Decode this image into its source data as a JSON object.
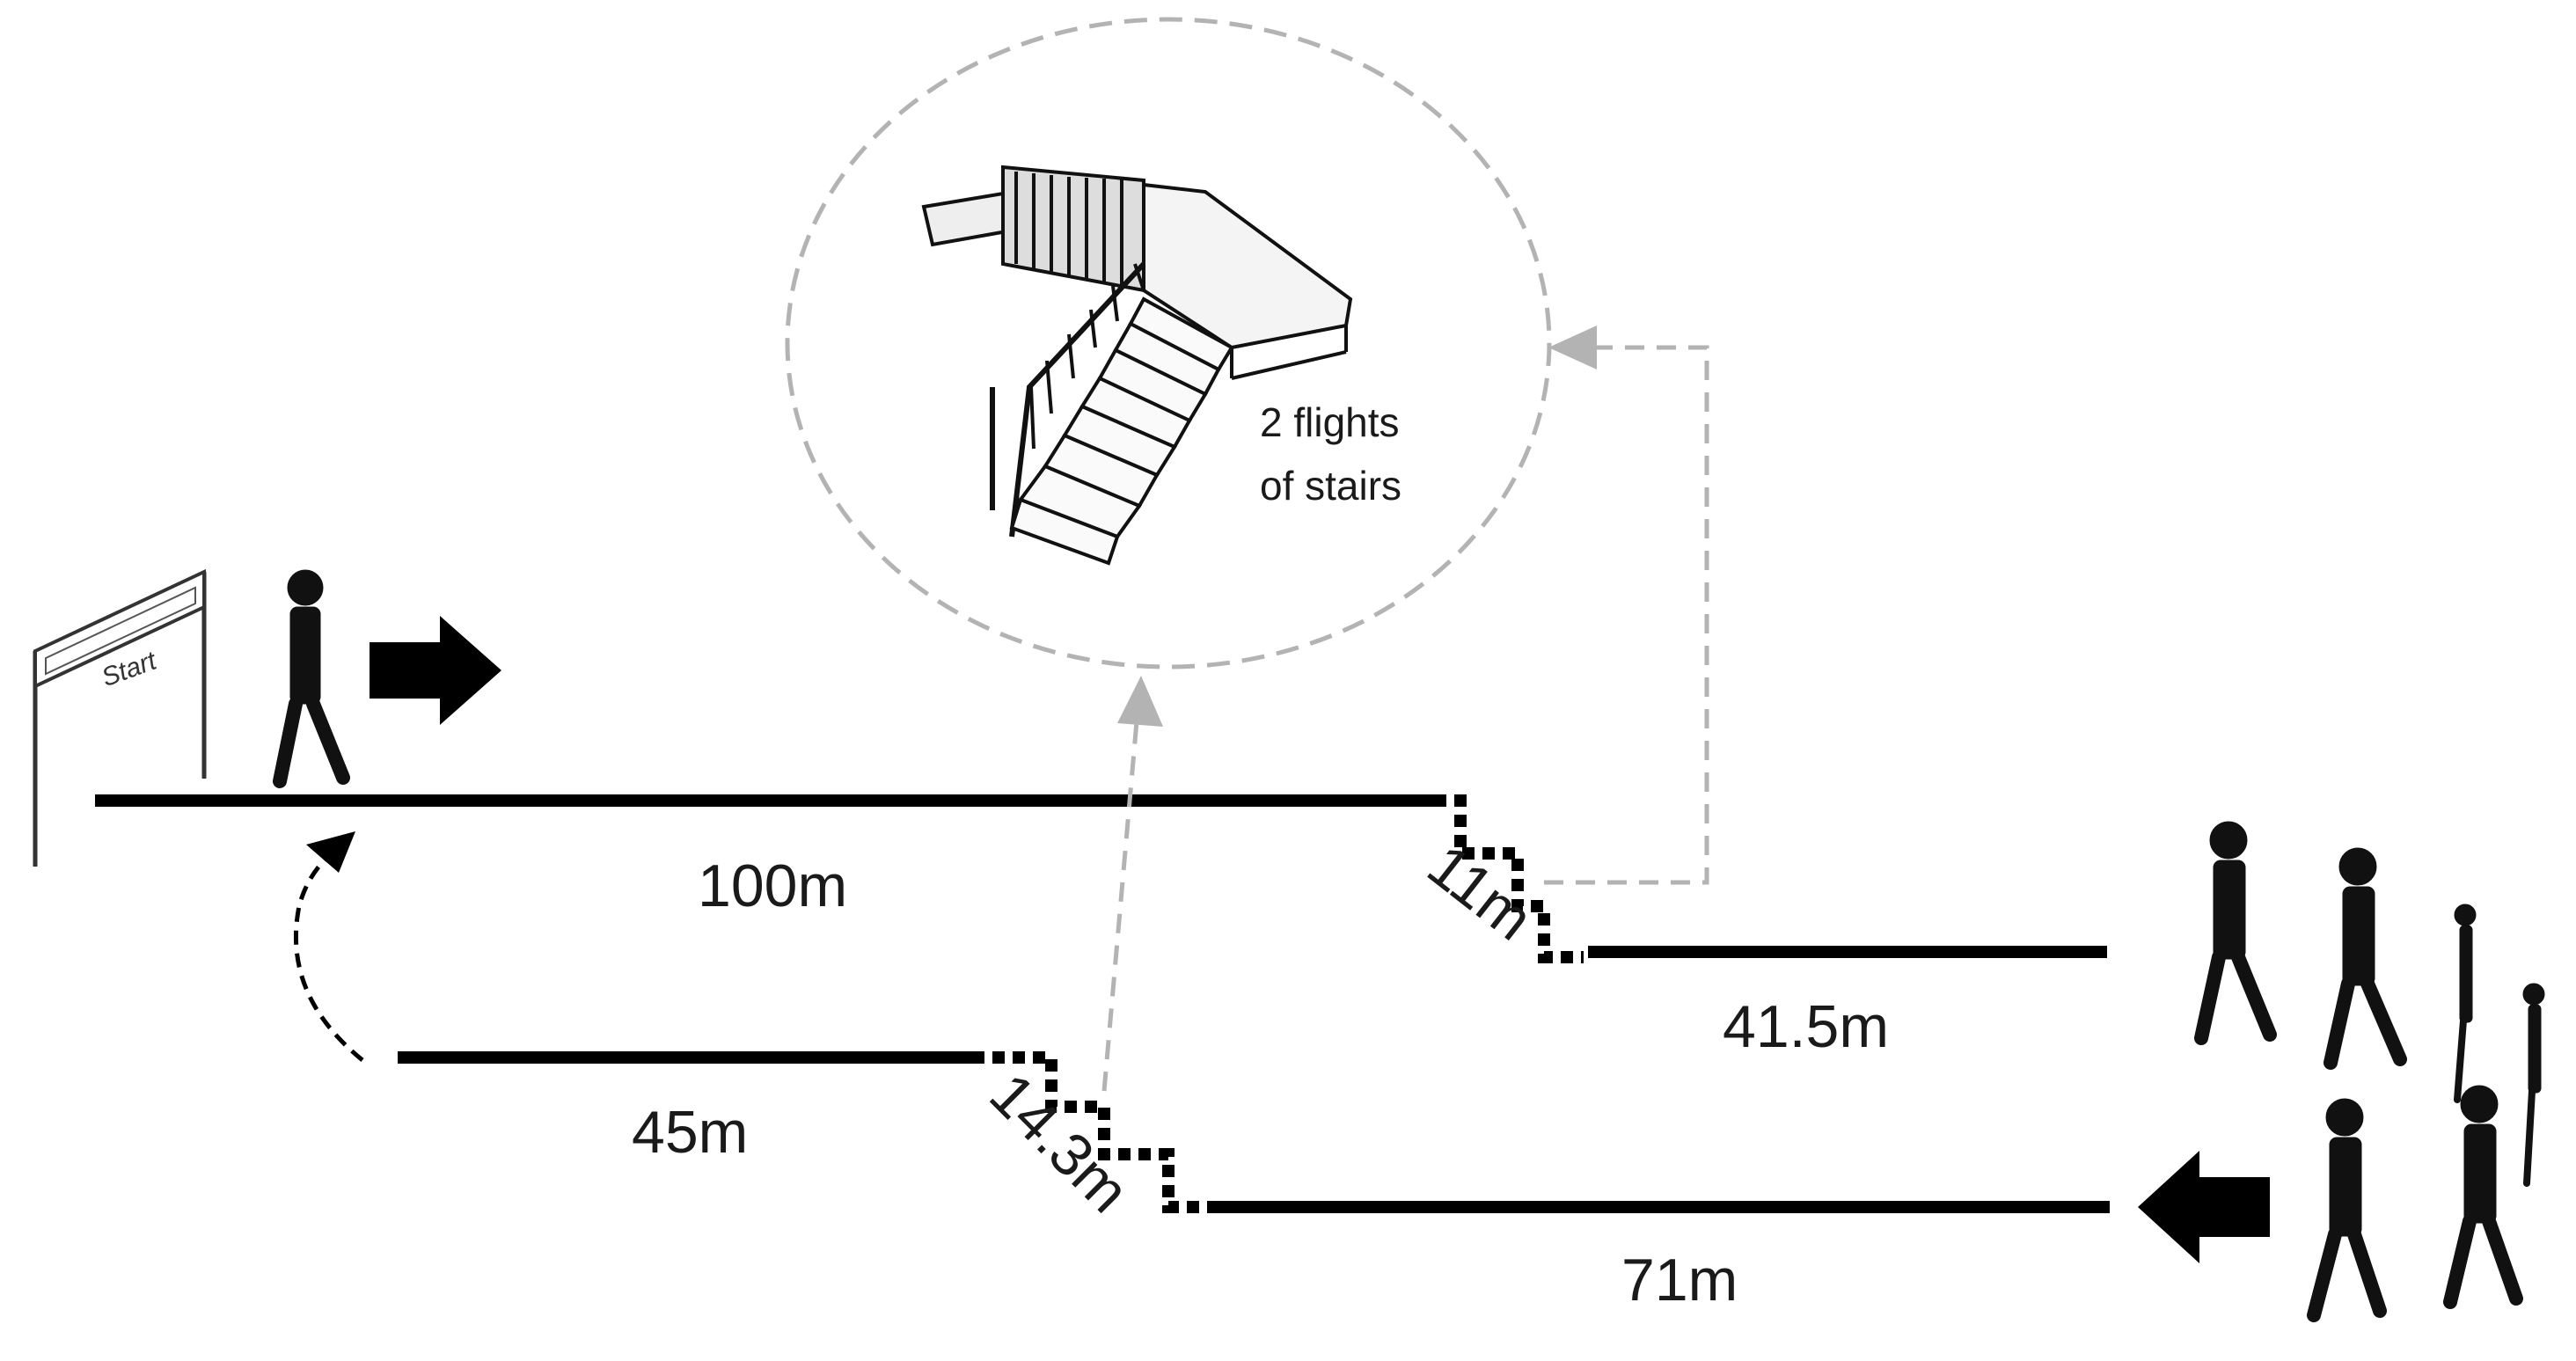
{
  "sign": {
    "text": "Start"
  },
  "stairs": {
    "line1": "2 flights",
    "line2": "of stairs"
  },
  "segments": {
    "seg_100": "100m",
    "seg_11": "11m",
    "seg_41_5": "41.5m",
    "seg_45": "45m",
    "seg_14_3": "14.3m",
    "seg_71": "71m"
  },
  "colors": {
    "track": "#000000",
    "guide_dashed": "#b3b3b3",
    "text": "#1a1a1a"
  }
}
